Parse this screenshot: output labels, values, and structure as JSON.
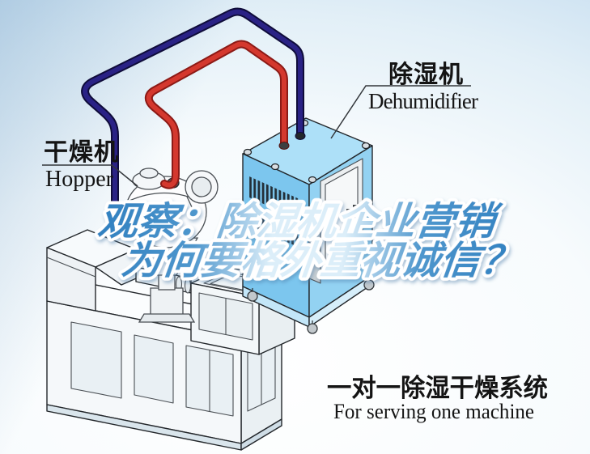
{
  "headline": {
    "line1": "观察：除湿机企业营销",
    "line2": "为何要格外重视诚信？"
  },
  "labels": {
    "hopper_zh": "干燥机",
    "hopper_en": "Hopper",
    "dehumidifier_zh": "除湿机",
    "dehumidifier_en": "Dehumidifier"
  },
  "caption": {
    "zh": "一对一除湿干燥系统",
    "en": "For serving one machine"
  },
  "colors": {
    "headline_fill_blue": "#2b7cbe",
    "headline_outline": "#ffffff",
    "pipe_red": "#d4382e",
    "pipe_navy": "#2a2285",
    "machine_body_blue": "#7cc6ee",
    "machine_top_blue": "#ade0f8",
    "label_text": "#141414",
    "background_blue": "#b7d5ea"
  }
}
